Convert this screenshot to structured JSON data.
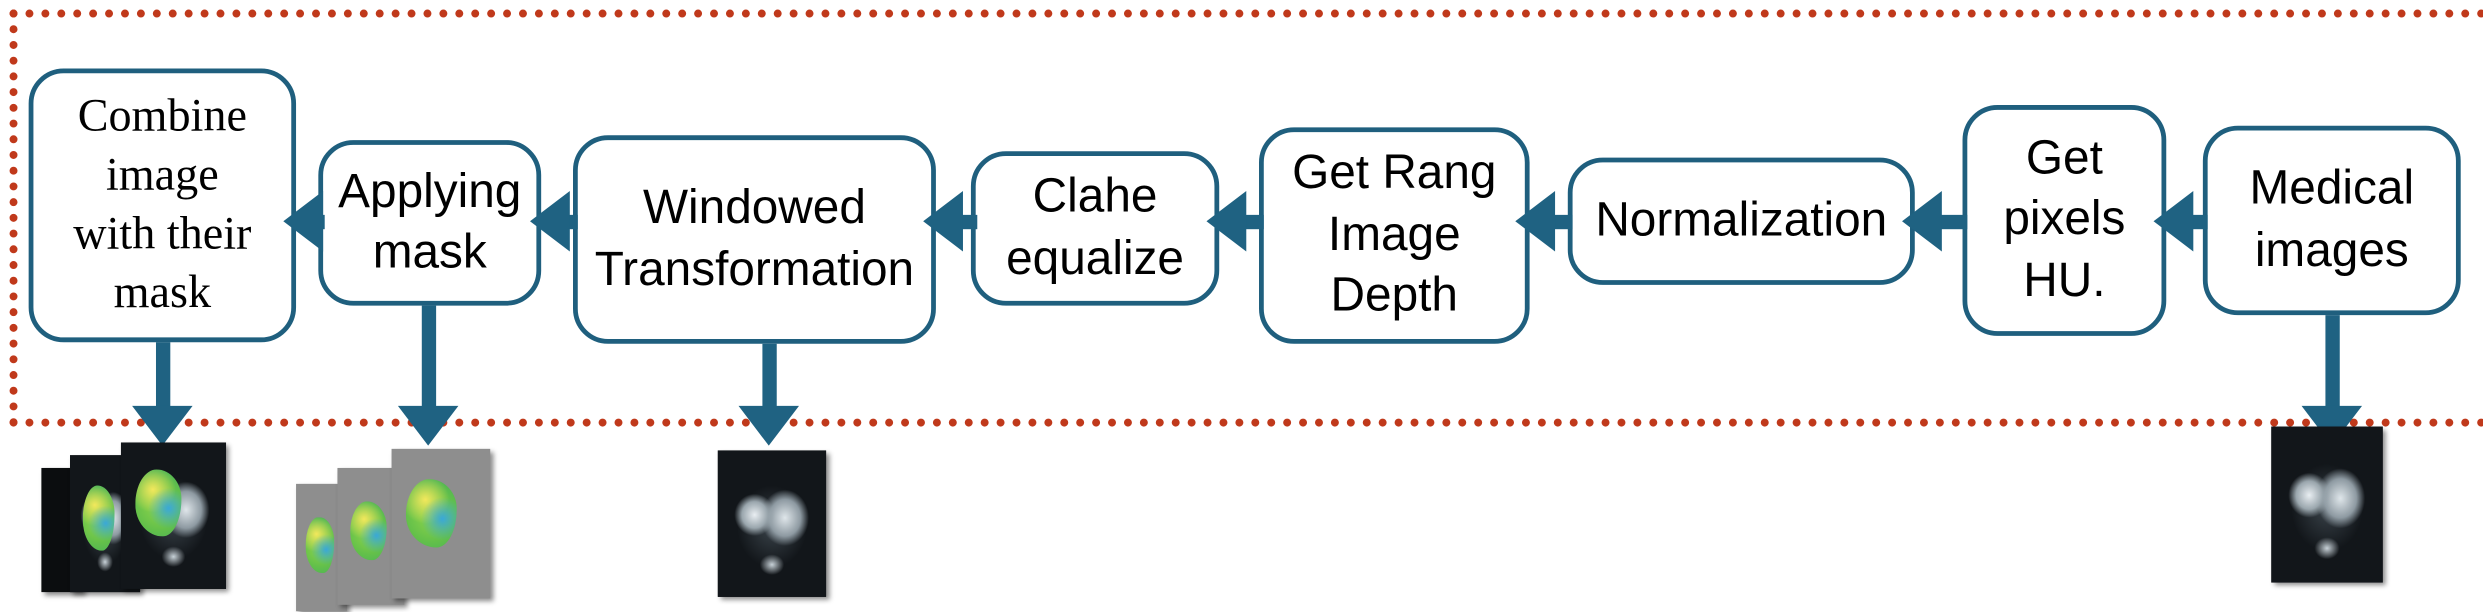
{
  "diagram": {
    "title": "Medical image preprocessing pipeline",
    "flow_direction": "right-to-left",
    "colors": {
      "box_stroke": "#1F5F7E",
      "arrow": "#1F6282",
      "boundary_dotted": "#C0391B",
      "background": "#FFFFFF",
      "lesion_overlay": "#63C04A"
    },
    "boundary": {
      "style": "dotted",
      "label": ""
    },
    "nodes": [
      {
        "id": "combine",
        "lines": [
          "Combine",
          "image",
          "with their",
          "mask"
        ],
        "font": "serif"
      },
      {
        "id": "applying",
        "lines": [
          "Applying",
          "mask"
        ],
        "font": "sans"
      },
      {
        "id": "windowed",
        "lines": [
          "Windowed",
          "Transformation"
        ],
        "font": "sans"
      },
      {
        "id": "clahe",
        "lines": [
          "Clahe",
          "equalize"
        ],
        "font": "sans"
      },
      {
        "id": "getrange",
        "lines": [
          "Get Rang",
          "Image",
          "Depth"
        ],
        "font": "sans"
      },
      {
        "id": "normalize",
        "lines": [
          "Normalization"
        ],
        "font": "sans"
      },
      {
        "id": "getpixels",
        "lines": [
          "Get",
          "pixels",
          "HU."
        ],
        "font": "sans"
      },
      {
        "id": "medical",
        "lines": [
          "Medical",
          "images"
        ],
        "font": "sans"
      }
    ],
    "connections": [
      {
        "from": "applying",
        "to": "combine",
        "type": "arrow-left"
      },
      {
        "from": "windowed",
        "to": "applying",
        "type": "arrow-left"
      },
      {
        "from": "clahe",
        "to": "windowed",
        "type": "arrow-left"
      },
      {
        "from": "getrange",
        "to": "clahe",
        "type": "arrow-left"
      },
      {
        "from": "normalize",
        "to": "getrange",
        "type": "arrow-left"
      },
      {
        "from": "getpixels",
        "to": "normalize",
        "type": "arrow-left"
      },
      {
        "from": "medical",
        "to": "getpixels",
        "type": "arrow-left"
      }
    ],
    "outputs": [
      {
        "id": "out-combine",
        "from": "combine",
        "kind": "ct-stack-overlay",
        "slices": 3
      },
      {
        "id": "out-applying",
        "from": "applying",
        "kind": "mask-stack-gray",
        "slices": 3
      },
      {
        "id": "out-windowed",
        "from": "windowed",
        "kind": "ct-single",
        "slices": 1
      },
      {
        "id": "out-medical",
        "from": "medical",
        "kind": "ct-single",
        "slices": 1
      }
    ]
  }
}
